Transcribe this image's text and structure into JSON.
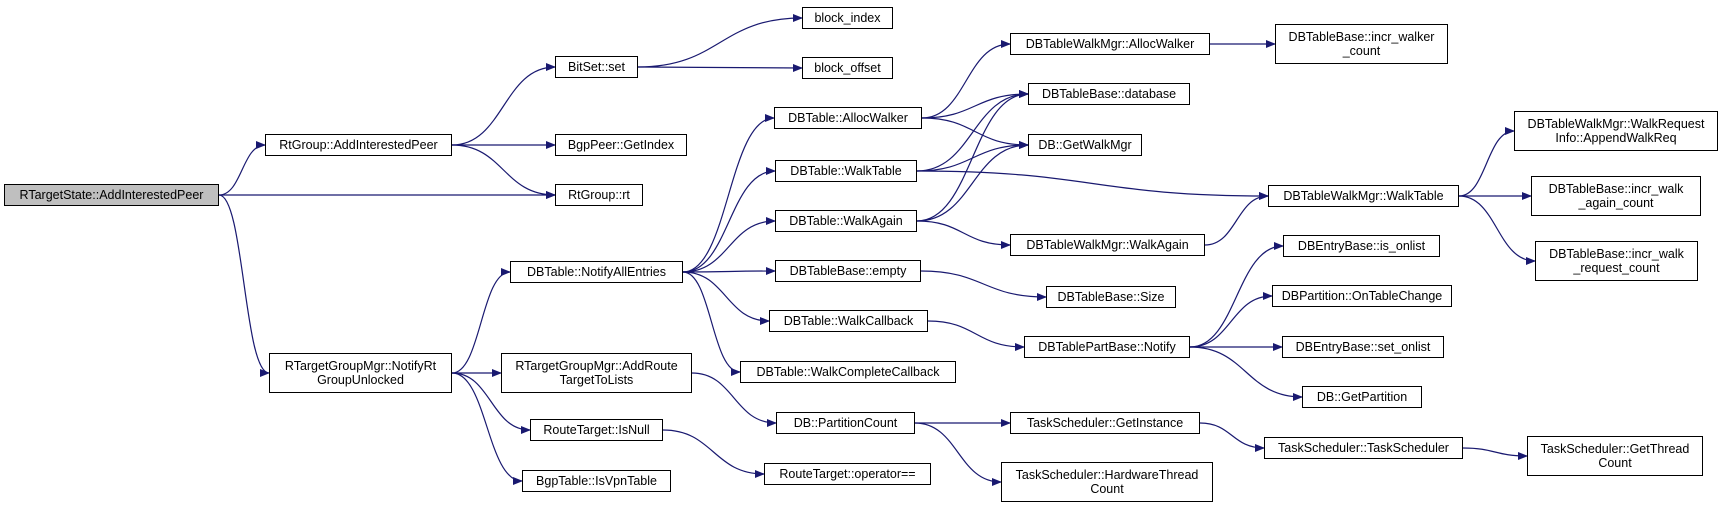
{
  "graph": {
    "root": "RTargetState::AddInterestedPeer",
    "edge_color": "#191970",
    "root_fill": "#bfbfbf",
    "nodes": [
      {
        "id": "n0",
        "label": "RTargetState::AddInterestedPeer"
      },
      {
        "id": "n1",
        "label": "RtGroup::AddInterestedPeer"
      },
      {
        "id": "n2",
        "label": "BitSet::set"
      },
      {
        "id": "n3",
        "label": "block_index"
      },
      {
        "id": "n4",
        "label": "block_offset"
      },
      {
        "id": "n5",
        "label": "BgpPeer::GetIndex"
      },
      {
        "id": "n6",
        "label": "RtGroup::rt"
      },
      {
        "id": "n7",
        "label": "RTargetGroupMgr::NotifyRt\nGroupUnlocked"
      },
      {
        "id": "n8",
        "label": "DBTable::NotifyAllEntries"
      },
      {
        "id": "n9",
        "label": "DBTable::AllocWalker"
      },
      {
        "id": "n10",
        "label": "DBTableWalkMgr::AllocWalker"
      },
      {
        "id": "n11",
        "label": "DBTableBase::incr_walker\n_count"
      },
      {
        "id": "n12",
        "label": "DBTableBase::database"
      },
      {
        "id": "n13",
        "label": "DB::GetWalkMgr"
      },
      {
        "id": "n14",
        "label": "DBTable::WalkTable"
      },
      {
        "id": "n15",
        "label": "DBTableWalkMgr::WalkTable"
      },
      {
        "id": "n16",
        "label": "DBTableWalkMgr::WalkRequest\nInfo::AppendWalkReq"
      },
      {
        "id": "n17",
        "label": "DBTableBase::incr_walk\n_again_count"
      },
      {
        "id": "n18",
        "label": "DBTableBase::incr_walk\n_request_count"
      },
      {
        "id": "n19",
        "label": "DBTable::WalkAgain"
      },
      {
        "id": "n20",
        "label": "DBTableWalkMgr::WalkAgain"
      },
      {
        "id": "n21",
        "label": "DBTableBase::empty"
      },
      {
        "id": "n22",
        "label": "DBTableBase::Size"
      },
      {
        "id": "n23",
        "label": "DBTable::WalkCallback"
      },
      {
        "id": "n24",
        "label": "DBTablePartBase::Notify"
      },
      {
        "id": "n25",
        "label": "DBEntryBase::is_onlist"
      },
      {
        "id": "n26",
        "label": "DBPartition::OnTableChange"
      },
      {
        "id": "n27",
        "label": "DBEntryBase::set_onlist"
      },
      {
        "id": "n28",
        "label": "DB::GetPartition"
      },
      {
        "id": "n29",
        "label": "DBTable::WalkCompleteCallback"
      },
      {
        "id": "n30",
        "label": "RTargetGroupMgr::AddRoute\nTargetToLists"
      },
      {
        "id": "n31",
        "label": "DB::PartitionCount"
      },
      {
        "id": "n32",
        "label": "TaskScheduler::GetInstance"
      },
      {
        "id": "n33",
        "label": "TaskScheduler::TaskScheduler"
      },
      {
        "id": "n34",
        "label": "TaskScheduler::GetThread\nCount"
      },
      {
        "id": "n35",
        "label": "TaskScheduler::HardwareThread\nCount"
      },
      {
        "id": "n36",
        "label": "RouteTarget::IsNull"
      },
      {
        "id": "n37",
        "label": "RouteTarget::operator=="
      },
      {
        "id": "n38",
        "label": "BgpTable::IsVpnTable"
      }
    ],
    "edges": [
      [
        "n0",
        "n1"
      ],
      [
        "n0",
        "n6"
      ],
      [
        "n0",
        "n7"
      ],
      [
        "n1",
        "n2"
      ],
      [
        "n1",
        "n5"
      ],
      [
        "n1",
        "n6"
      ],
      [
        "n2",
        "n3"
      ],
      [
        "n2",
        "n4"
      ],
      [
        "n7",
        "n8"
      ],
      [
        "n7",
        "n30"
      ],
      [
        "n7",
        "n36"
      ],
      [
        "n7",
        "n38"
      ],
      [
        "n8",
        "n9"
      ],
      [
        "n8",
        "n14"
      ],
      [
        "n8",
        "n19"
      ],
      [
        "n8",
        "n21"
      ],
      [
        "n8",
        "n23"
      ],
      [
        "n8",
        "n29"
      ],
      [
        "n9",
        "n10"
      ],
      [
        "n9",
        "n12"
      ],
      [
        "n9",
        "n13"
      ],
      [
        "n10",
        "n11"
      ],
      [
        "n14",
        "n12"
      ],
      [
        "n14",
        "n13"
      ],
      [
        "n14",
        "n15"
      ],
      [
        "n19",
        "n12"
      ],
      [
        "n19",
        "n13"
      ],
      [
        "n19",
        "n20"
      ],
      [
        "n20",
        "n15"
      ],
      [
        "n15",
        "n16"
      ],
      [
        "n15",
        "n17"
      ],
      [
        "n15",
        "n18"
      ],
      [
        "n21",
        "n22"
      ],
      [
        "n23",
        "n24"
      ],
      [
        "n24",
        "n25"
      ],
      [
        "n24",
        "n26"
      ],
      [
        "n24",
        "n27"
      ],
      [
        "n24",
        "n28"
      ],
      [
        "n30",
        "n31"
      ],
      [
        "n31",
        "n32"
      ],
      [
        "n31",
        "n35"
      ],
      [
        "n32",
        "n33"
      ],
      [
        "n33",
        "n34"
      ],
      [
        "n36",
        "n37"
      ]
    ]
  }
}
